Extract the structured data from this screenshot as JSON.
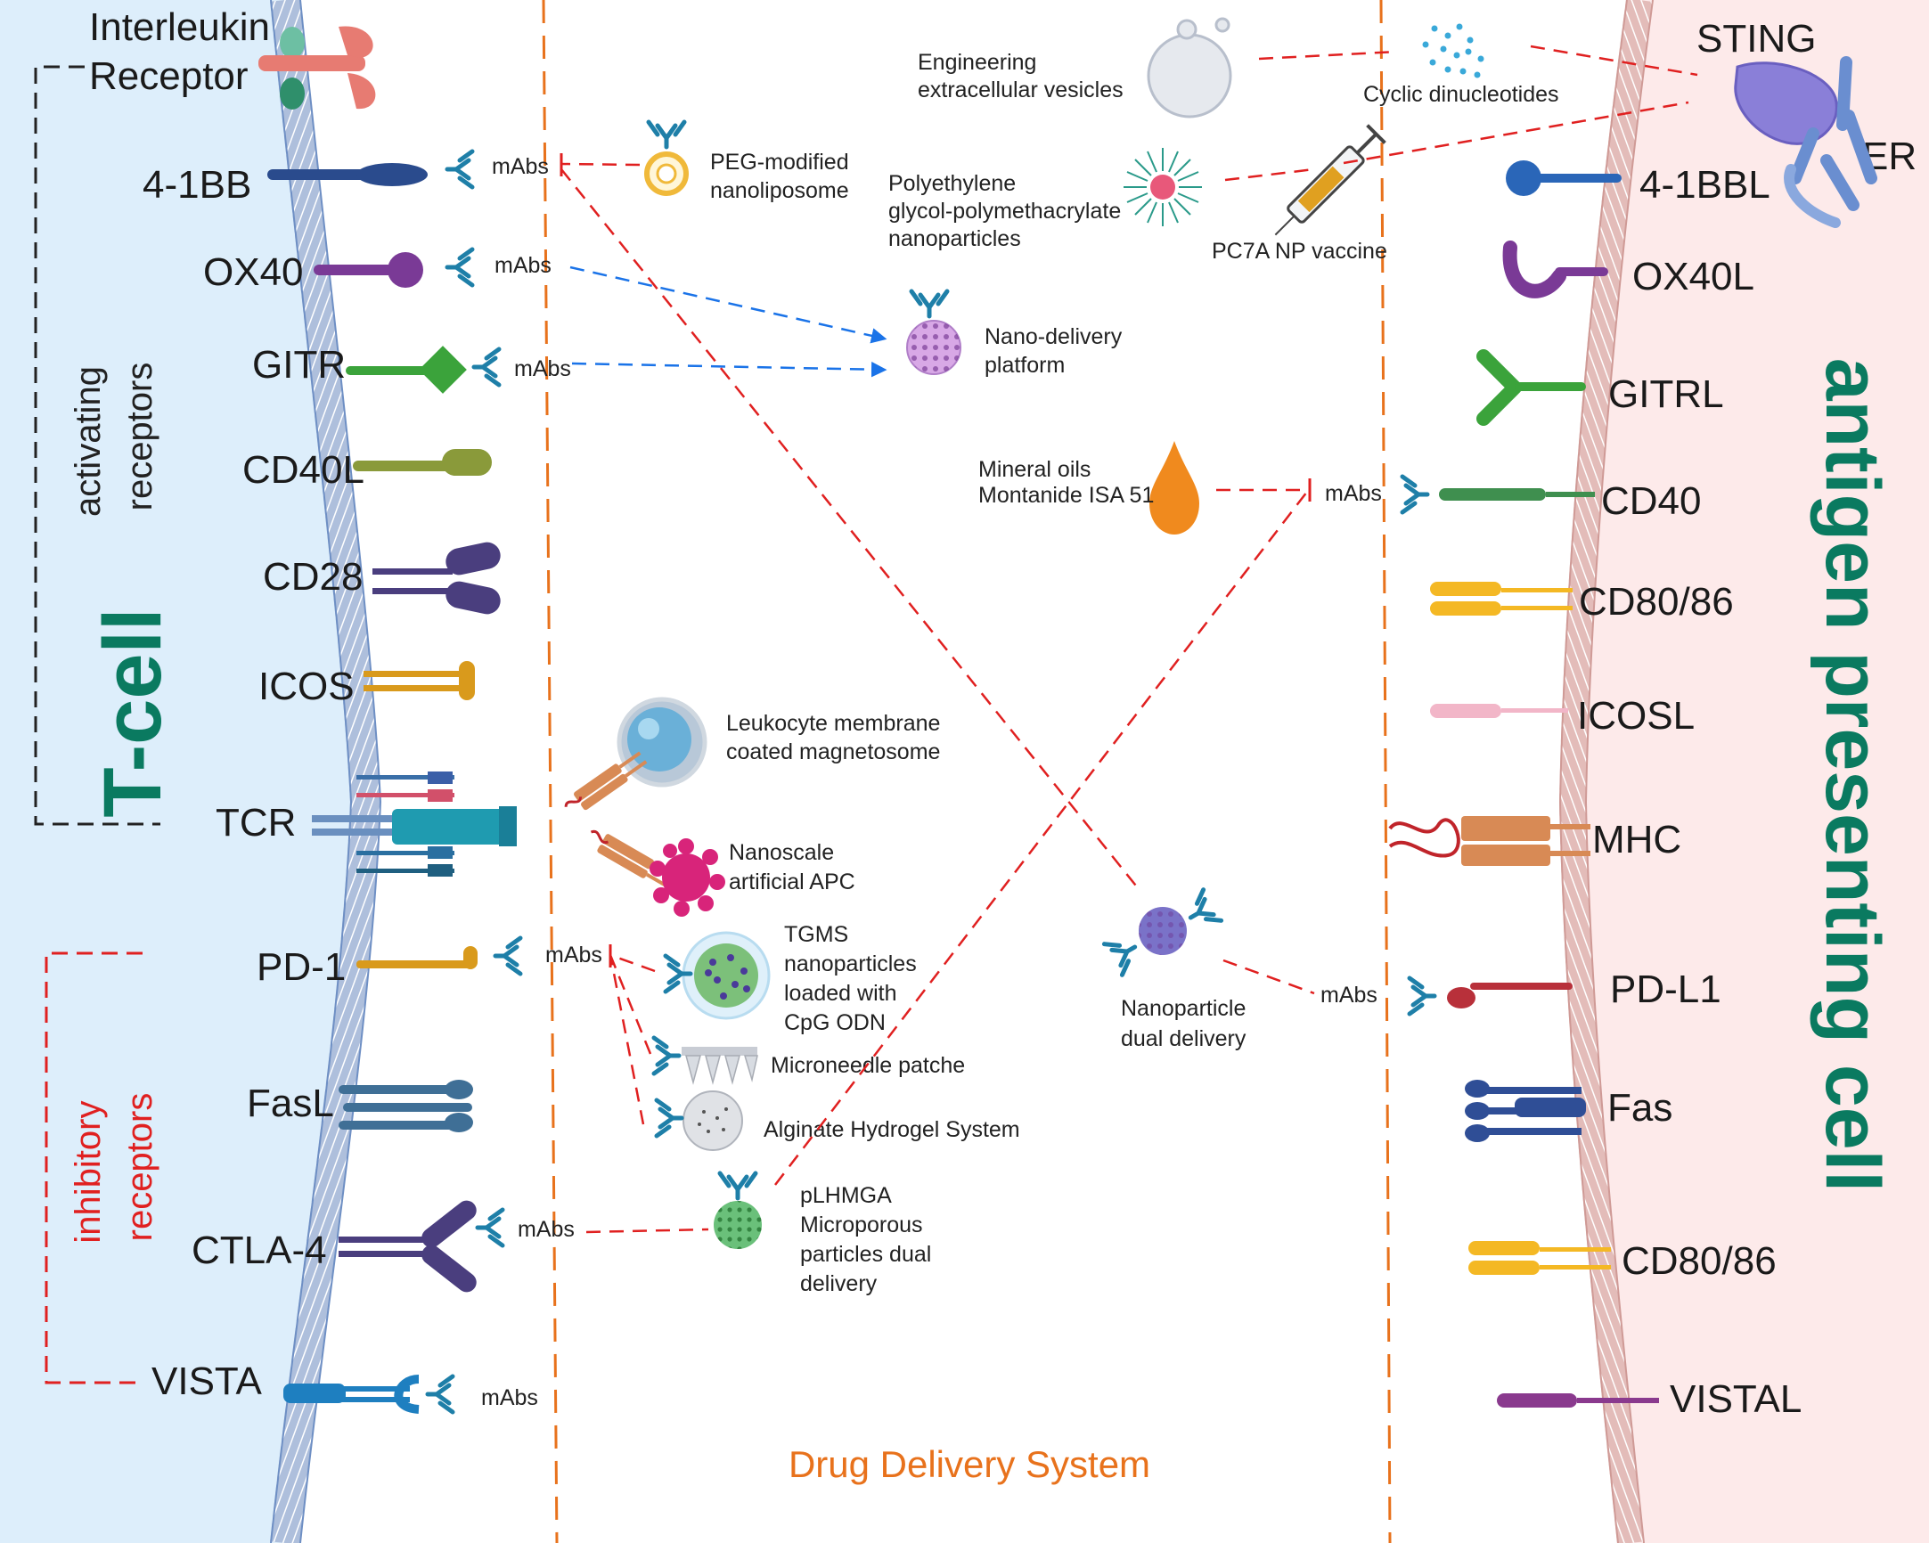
{
  "colors": {
    "tcell_bg": "#ddeefb",
    "apc_bg": "#fdeaea",
    "membrane_left": "#8fa9cf",
    "membrane_right": "#d9a9a6",
    "teal": "#0a7a60",
    "orange": "#e8721c",
    "red": "#e02020",
    "blue": "#1a73e8",
    "antibody": "#1e7fa8"
  },
  "labels": {
    "tcell": "T-cell",
    "apc": "antigen presenting cell",
    "activating": [
      "activating",
      "receptors"
    ],
    "inhibitory": [
      "inhibitory",
      "receptors"
    ],
    "drug_delivery": "Drug Delivery System",
    "mabs": "mAbs"
  },
  "tcell_receptors": {
    "interleukin": [
      "Interleukin",
      "Receptor"
    ],
    "r41bb": "4-1BB",
    "ox40": "OX40",
    "gitr": "GITR",
    "cd40l": "CD40L",
    "cd28": "CD28",
    "icos": "ICOS",
    "tcr": "TCR",
    "pd1": "PD-1",
    "fasl": "FasL",
    "ctla4": "CTLA-4",
    "vista": "VISTA"
  },
  "apc_ligands": {
    "sting": "STING",
    "er": "ER",
    "l41bbl": "4-1BBL",
    "ox40l": "OX40L",
    "gitrl": "GITRL",
    "cd40": "CD40",
    "cd8086a": "CD80/86",
    "icosl": "ICOSL",
    "mhc": "MHC",
    "pdl1": "PD-L1",
    "fas": "Fas",
    "cd8086b": "CD80/86",
    "vistal": "VISTAL"
  },
  "delivery": {
    "ev": [
      "Engineering",
      "extracellular vesicles"
    ],
    "cdn": "Cyclic dinucleotides",
    "peg": [
      "PEG-modified",
      "nanoliposome"
    ],
    "pgpm": [
      "Polyethylene",
      "glycol-polymethacrylate",
      "nanoparticles"
    ],
    "pc7a": "PC7A NP vaccine",
    "nano_platform": [
      "Nano-delivery",
      "platform"
    ],
    "mineral": [
      "Mineral oils",
      "Montanide ISA 51"
    ],
    "leuko": [
      "Leukocyte membrane",
      "coated magnetosome"
    ],
    "napc": [
      "Nanoscale",
      "artificial APC"
    ],
    "tgms": [
      "TGMS",
      "nanoparticles",
      "loaded with",
      "CpG ODN"
    ],
    "microneedle": "Microneedle patche",
    "alginate": "Alginate Hydrogel System",
    "plhmga": [
      "pLHMGA",
      "Microporous",
      "particles dual",
      "delivery"
    ],
    "np_dual": [
      "Nanoparticle",
      "dual delivery"
    ]
  }
}
